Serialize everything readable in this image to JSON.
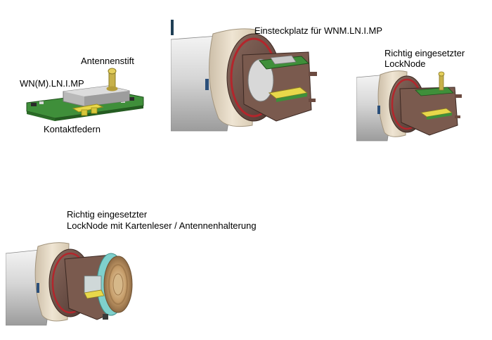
{
  "module": {
    "antenna_pin_label": "Antennenstift",
    "module_label": "WN(M).LN.I.MP",
    "contact_springs_label": "Kontaktfedern"
  },
  "slot": {
    "label": "Einsteckplatz für WNM.LN.I.MP"
  },
  "inserted": {
    "line1": "Richtig   eingesetzter",
    "line2": "LockNode"
  },
  "reader": {
    "line1": "Richtig eingesetzter",
    "line2": "LockNode mit Kartenleser / Antennenhalterung"
  },
  "colors": {
    "pcb_green": "#3f8f3a",
    "chip_gray": "#b9b9b9",
    "contact_yellow": "#e8d84a",
    "cylinder_gray": "#d8d8d8",
    "ring_beige": "#e6dac6",
    "housing_brown": "#6b4a40",
    "seal_red": "#b3262c",
    "reader_teal": "#7fd0cc",
    "reader_tan": "#c9a77a"
  }
}
